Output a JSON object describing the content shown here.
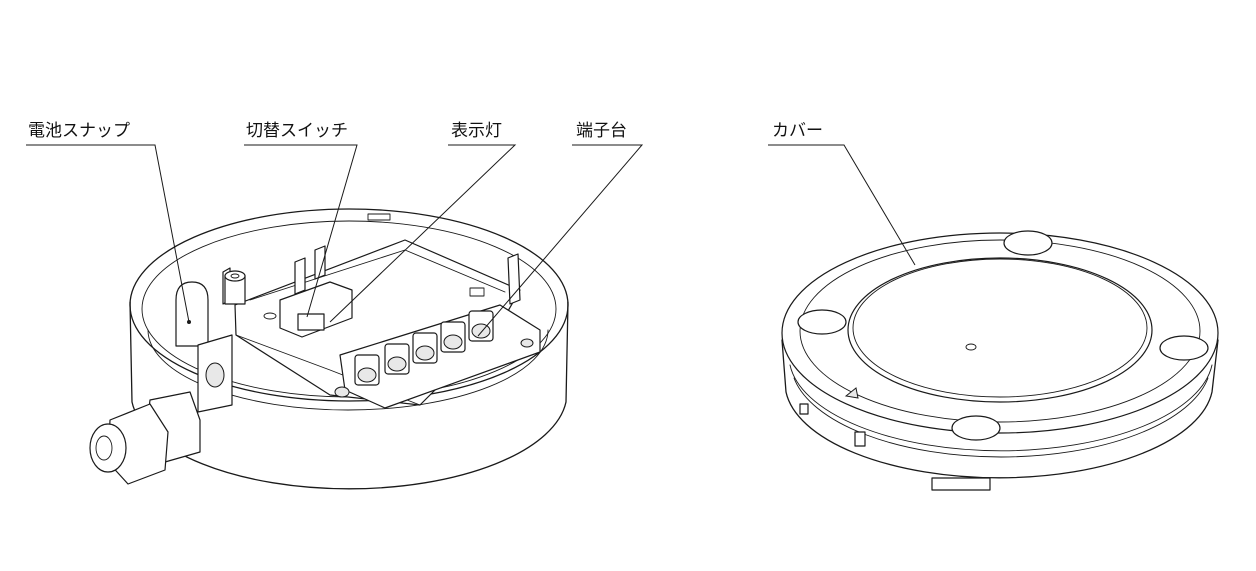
{
  "labels": {
    "battery_snap": "電池スナップ",
    "changeover_switch": "切替スイッチ",
    "indicator_lamp": "表示灯",
    "terminal_block": "端子台",
    "cover": "カバー"
  }
}
